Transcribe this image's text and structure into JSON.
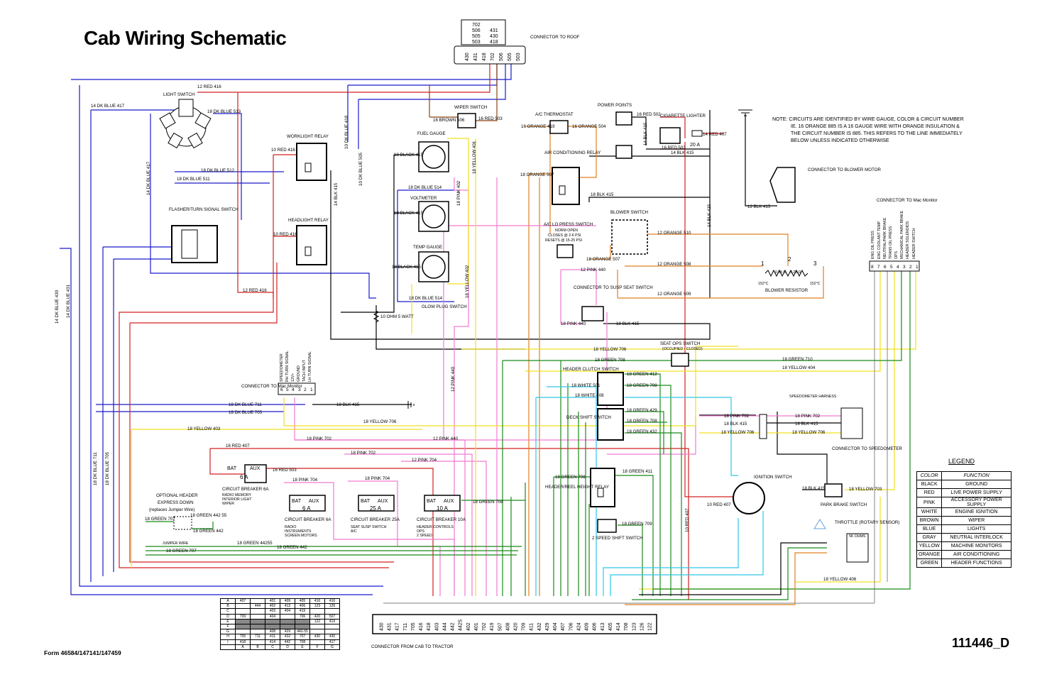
{
  "title": "Cab Wiring Schematic",
  "drawing_number": "111446_D",
  "form_number": "Form 46584/147141/147459",
  "note": [
    "NOTE:  CIRCUITS ARE IDENTIFIED BY WIRE GAUGE, COLOR & CIRCUIT NUMBER",
    "IE. 16 ORANGE 885 IS A 16 GAUGE WIRE WITH ORANGE INSULATION &",
    "THE CIRCUIT NUMBER IS 885.  THIS REFERS TO THE LINE IMMEDIATELY",
    "BELOW UNLESS INDICATED OTHERWISE"
  ],
  "legend": {
    "title": "LEGEND",
    "header": [
      "COLOR",
      "FUNCTION"
    ],
    "rows": [
      [
        "BLACK",
        "GROUND"
      ],
      [
        "RED",
        "LIVE POWER SUPPLY"
      ],
      [
        "PINK",
        "ACCESSORY POWER SUPPLY"
      ],
      [
        "WHITE",
        "ENGINE IGNITION"
      ],
      [
        "BROWN",
        "WIPER"
      ],
      [
        "BLUE",
        "LIGHTS"
      ],
      [
        "GRAY",
        "NEUTRAL INTERLOCK"
      ],
      [
        "YELLOW",
        "MACHINE MONITORS"
      ],
      [
        "ORANGE",
        "AIR CONDITIONING"
      ],
      [
        "GREEN",
        "HEADER FUNCTIONS"
      ]
    ]
  },
  "components": {
    "roof_connector": "CONNECTOR TO ROOF",
    "roof_pins": [
      "430",
      "431",
      "418",
      "702",
      "506",
      "505",
      "503"
    ],
    "roof_plug": [
      "702",
      "506",
      "431",
      "505",
      "430",
      "503",
      "418"
    ],
    "light_switch": "LIGHT SWITCH",
    "wiper_switch": "WIPER SWITCH",
    "ac_thermostat": "A/C THERMOSTAT",
    "power_points": "POWER POINTS",
    "cigarette_lighter": "CIGARETTE LIGHTER",
    "fuse_20a": "20 A",
    "worklight_relay": "WORKLIGHT RELAY",
    "fuel_gauge": "FUEL GAUGE",
    "ac_relay": "AIR CONDITIONING RELAY",
    "blower_connector": "CONNECTOR TO BLOWER MOTOR",
    "flasher": "FLASHER/TURN SIGNAL SWITCH",
    "headlight_relay": "HEADLIGHT RELAY",
    "voltmeter": "VOLTMETER",
    "ac_lo_press": "A/C LO PRESS SWITCH",
    "ac_lo_press_note": [
      "NORM OPEN",
      "CLOSES @ 2-6 PSI",
      "RESETS @ 15-25 PSI"
    ],
    "blower_switch": "BLOWER SWITCH",
    "mac_monitor_right": "CONNECTOR TO Mac Monitor",
    "mac_monitor_right_pins": [
      "8",
      "7",
      "6",
      "5",
      "4",
      "3",
      "2",
      "1"
    ],
    "mac_monitor_right_labels": [
      "ENG OIL PRESS",
      "ENG COOLANT TEMP",
      "NEUTRAL/PARK BRAKE",
      "TRANS OIL PRESS",
      "NEUTRAL/PARK BRAKE",
      "OPS",
      "MECHANICAL PARK BRAKE",
      "HEADER SOLENOIDS",
      "HEADER SWITCH"
    ],
    "temp_gauge": "TEMP GAUGE",
    "blower_resistor": "BLOWER RESISTOR",
    "resistor_values": [
      "0.55 Ω",
      "0.25 Ω"
    ],
    "resistor_temps": [
      "152°C",
      "152°C"
    ],
    "resistor_pins": [
      "1",
      "2",
      "3"
    ],
    "susp_seat": "CONNECTOR TO SUSP SEAT SWITCH",
    "glow_plug": "GLOW PLUG SWITCH",
    "resistor_10ohm": "10 OHM 5 WATT",
    "seat_ops": "SEAT OPS SWITCH",
    "seat_ops_note": "(OCCUPIED - CLOSED)",
    "mac_monitor_left": "CONNECTOR TO Mac Monitor",
    "mac_monitor_left_pins": [
      "6",
      "5",
      "4",
      "3",
      "2",
      "1"
    ],
    "mac_monitor_left_labels": [
      "SPEEDOMETER",
      "RH TURN SIGNAL",
      "12V+",
      "GROUND",
      "TACH INPUT",
      "LH TURN SIGNAL"
    ],
    "header_clutch": "HEADER CLUTCH SWITCH",
    "deck_shift": "DECK SHIFT SWITCH",
    "speedo_harness": "SPEEDOMETER HARNESS",
    "speedo_connector": "CONNECTOR TO SPEEDOMETER",
    "cb6a_top": "CIRCUIT BREAKER 6A",
    "cb6a_top_loads": [
      "RADIO MEMORY",
      "INTERIOR LIGHT",
      "WIPER"
    ],
    "header_reel": "HEADER/REEL HEIGHT RELAY",
    "ignition_switch": "IGNITION SWITCH",
    "park_brake": "PARK BRAKE SWITCH",
    "throttle": "THROTTLE (ROTARY SENSOR)",
    "throttle_ohms": "5K OHMS",
    "optional_header": [
      "OPTIONAL HEADER",
      "EXPRESS DOWN",
      "(replaces Jumper Wire)"
    ],
    "cb6a_bot": "CIRCUIT BREAKER 6A",
    "cb6a_bot_loads": [
      "RADIO",
      "INSTRUMENTS",
      "SCREEN MOTORS"
    ],
    "cb25a": "CIRCUIT BREAKER 25A",
    "cb25a_loads": [
      "SEAT SUSP SWITCH",
      "A/C"
    ],
    "cb10a": "CIRCUIT BREAKER 10A",
    "cb10a_loads": [
      "HEADER CONTROLS",
      "OPS",
      "2 SPEED"
    ],
    "two_speed": "2 SPEED SHIFT SWITCH",
    "jumper_wire": "JUMPER WIRE",
    "bat": "BAT",
    "aux": "AUX",
    "amps": [
      "6 A",
      "6 A",
      "25 A",
      "10 A"
    ],
    "tractor_connector": "CONNECTOR  FROM CAB TO TRACTOR",
    "tractor_pins": [
      "430",
      "431",
      "417",
      "711",
      "705",
      "416",
      "418",
      "403",
      "444",
      "442",
      "442S",
      "402",
      "401",
      "702",
      "419",
      "507",
      "408",
      "420",
      "709",
      "411",
      "432",
      "429",
      "404",
      "407",
      "706",
      "424",
      "409",
      "406",
      "413",
      "405",
      "414",
      "708",
      "123",
      "126",
      "122"
    ]
  },
  "wire_labels": {
    "w_416_top": "12 RED 416",
    "w_417": "14 DK BLUE 417",
    "w_513": "18 DK BLUE 513",
    "w_512": "18 DK BLUE 512",
    "w_511": "18 DK BLUE 511",
    "w_506": "16 BROWN 506",
    "w_503": "16 RED 503",
    "w_419": "16 ORANGE 419",
    "w_504": "16 ORANGE 504",
    "w_502a": "16 RED 502",
    "w_502b": "16 RED 502",
    "w_407top": "14 RED 407",
    "w_415a": "14 BLK 415",
    "w_415b": "14 BLK 415",
    "w_416a": "10 RED 416",
    "w_418": "10 DK BLUE 418",
    "w_505": "10 DK BLUE 505",
    "w_415c": "18 BLACK 415",
    "w_401": "18 YELLOW 401",
    "w_507a": "18 ORANGE 507",
    "w_415d": "18 BLK 415",
    "w_514a": "18 DK BLUE 514",
    "w_415e": "18 BLACK 415",
    "w_402a": "18 PINK 402",
    "w_415f": "12 BLK 415",
    "w_416b": "10 RED 416",
    "w_510": "12 ORANGE 510",
    "w_507b": "18 ORANGE 507",
    "w_440a": "12 PINK 440",
    "w_508": "12 ORANGE 508",
    "w_415g": "18 BLACK 415",
    "w_402b": "18 YELLOW 402",
    "w_509": "12 ORANGE 509",
    "w_416c": "12 RED 416",
    "w_514b": "18 DK BLUE 514",
    "w_440b": "18 PINK 440",
    "w_415h": "18 BLK 415",
    "w_706a": "18 YELLOW 706",
    "w_708a": "18 GREEN 708",
    "w_710": "18 GREEN 710",
    "w_404": "18 YELLOW 404",
    "w_412": "18 GREEN 412",
    "w_501": "18 WHITE 501",
    "w_708b": "18 GREEN 708",
    "w_408": "18 WHITE 408",
    "w_711": "18 DK BLUE 711",
    "w_415i": "18 BLK 415",
    "w_705": "18 DK BLUE 705",
    "w_706b": "18 YELLOW 706",
    "w_429": "18 GREEN 429",
    "w_708c": "18 GREEN 708",
    "w_432": "18 GREEN 432",
    "w_702a": "18 PINK 702",
    "w_415j": "18 BLK 415",
    "w_706c": "18 YELLOW 706",
    "w_403": "18 YELLOW 403",
    "w_702b": "18 PINK 702",
    "w_440c": "12 PINK 440",
    "w_407": "16 RED 407",
    "w_702c": "18 PINK 702",
    "w_704a": "12 PINK 704",
    "w_503b": "16 RED 503",
    "w_704b": "18 PINK 704",
    "w_704c": "18 PINK 704",
    "w_708d": "18 GREEN 708",
    "w_411": "18 GREEN 411",
    "w_708e": "18 GREEN 708",
    "w_709": "18 GREEN 709",
    "w_407b": "10 RED 407",
    "w_415k": "18 BLK 415",
    "w_703": "18 YELLOW 703",
    "w_707a": "18 GREEN 707",
    "w_44255a": "18 GREEN 442 55",
    "w_442a": "18 GREEN 442",
    "w_44255b": "18 GREEN 44255",
    "w_707b": "18 GREEN 707",
    "w_442b": "18 GREEN 442",
    "w_406": "18 YELLOW 406",
    "w_430": "14 DK BLUE 430",
    "w_431": "14 DK BLUE 431",
    "w_705v": "18 DK BLUE 705",
    "w_711v": "18 DK BLUE 711"
  },
  "colors": {
    "black": "#000000",
    "red": "#d22020",
    "pink": "#f07ad0",
    "white_wire": "#2ec8e8",
    "brown": "#8b4513",
    "blue": "#1a1acc",
    "gray": "#999999",
    "yellow": "#f0e020",
    "orange": "#e08020",
    "green": "#1a8a1a",
    "lightgreen": "#70c040"
  },
  "grid_table": [
    [
      "A",
      "407",
      "",
      "401",
      "409",
      "405",
      "416",
      "416"
    ],
    [
      "B",
      "",
      "444",
      "402",
      "413",
      "406",
      "123",
      "126"
    ],
    [
      "C",
      "",
      "",
      "403",
      "404",
      "419",
      "",
      ""
    ],
    [
      "D",
      "709",
      "",
      "404",
      "",
      "706",
      "420",
      "507"
    ],
    [
      "E",
      "",
      "",
      "",
      "",
      "",
      "122",
      "419"
    ],
    [
      "F",
      "",
      "",
      "",
      "",
      "",
      "",
      ""
    ],
    [
      "G",
      "",
      "",
      "408",
      "429",
      "442-55",
      "",
      ""
    ],
    [
      "H",
      "705",
      "711",
      "411",
      "432",
      "707",
      "430",
      "430"
    ],
    [
      "I",
      "418",
      "",
      "414",
      "442",
      "708",
      "",
      "417"
    ],
    [
      "",
      "A",
      "B",
      "C",
      "D",
      "E",
      "F",
      "G"
    ]
  ]
}
